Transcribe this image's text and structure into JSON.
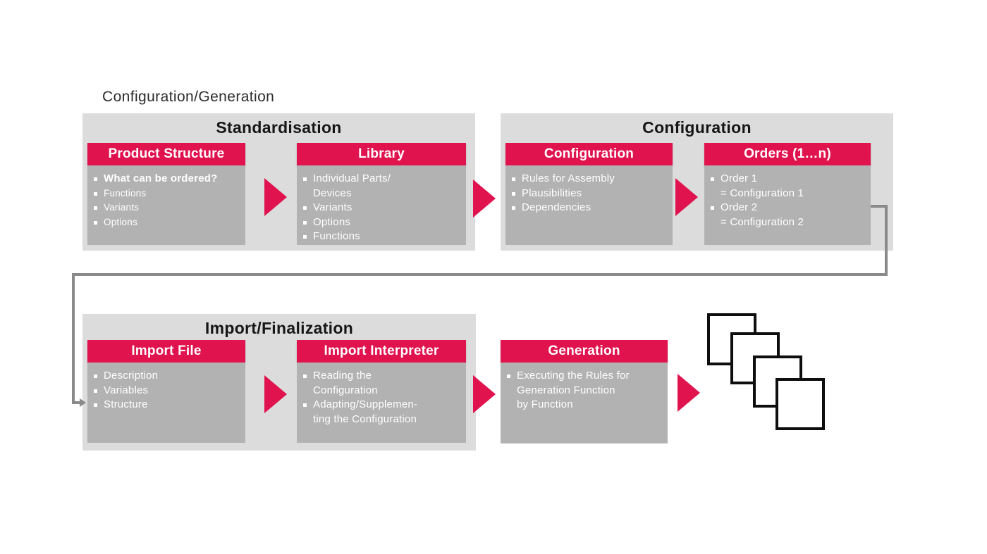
{
  "page_title": "Configuration/Generation",
  "colors": {
    "accent_red": "#e0134e",
    "group_background": "#dcdcdc",
    "box_body_gray": "#b2b2b2",
    "connector_gray": "#8a8a8a",
    "title_text": "#2b2b2b",
    "box_text": "#ffffff"
  },
  "group_titles": {
    "standardisation": "Standardisation",
    "configuration": "Configuration",
    "import_finalization": "Import/Finalization"
  },
  "boxes": {
    "product_structure": {
      "header": "Product Structure",
      "lines": [
        "What can be ordered?",
        "Functions",
        "Variants",
        "Options"
      ]
    },
    "library": {
      "header": "Library",
      "lines": [
        "Individual Parts/",
        "Devices",
        "Variants",
        "Options",
        "Functions"
      ]
    },
    "configuration": {
      "header": "Configuration",
      "lines": [
        "Rules for Assembly",
        "Plausibilities",
        "Dependencies"
      ]
    },
    "orders": {
      "header": "Orders (1…n)",
      "lines": [
        "Order 1",
        "= Configuration 1",
        "Order 2",
        "= Configuration 2"
      ]
    },
    "import_file": {
      "header": "Import File",
      "lines": [
        "Description",
        "Variables",
        "Structure"
      ]
    },
    "import_interpreter": {
      "header": "Import Interpreter",
      "lines": [
        "Reading the",
        "Configuration",
        "Adapting/Supplemen-",
        "ting the Configuration"
      ]
    },
    "generation": {
      "header": "Generation",
      "lines": [
        "Executing the Rules for",
        "Generation Function",
        "by Function"
      ]
    }
  },
  "icons": {
    "flow_arrow": "red right-pointing triangle",
    "connector": "gray elbow line with arrowhead",
    "output_stack": "four stacked outlined squares"
  }
}
